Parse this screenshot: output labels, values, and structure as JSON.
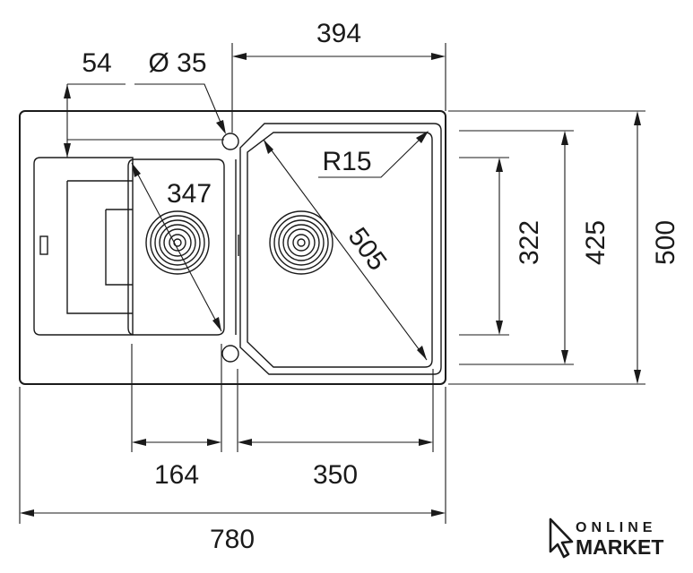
{
  "dimensions": {
    "top_394": "394",
    "offset_54": "54",
    "hole_diameter": "Ø 35",
    "small_bowl_diag": "347",
    "radius": "R15",
    "large_bowl_diag": "505",
    "bowl_depth_322": "322",
    "bowl_depth_425": "425",
    "overall_depth": "500",
    "small_bowl_width": "164",
    "large_bowl_width": "350",
    "overall_width": "780"
  },
  "brand": {
    "line1": "ONLINE",
    "line2": "MARKET"
  }
}
